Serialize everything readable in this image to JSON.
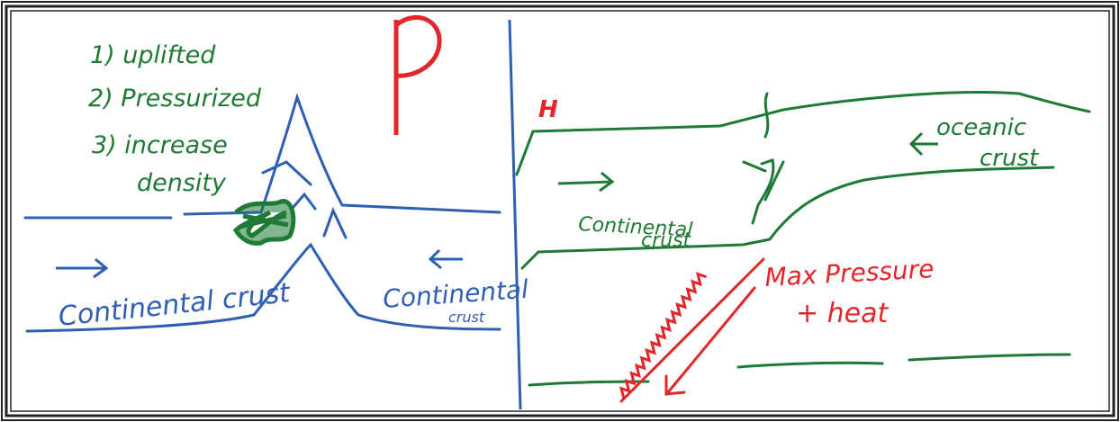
{
  "left_panel": {
    "notes": [
      "1) uplifted",
      "2) Pressurized",
      "3) increase",
      "density"
    ],
    "big_letter": "P",
    "left_arrow": "→",
    "right_arrow": "←",
    "left_label": "Continental crust",
    "right_label_line1": "Continental",
    "right_label_line2": "crust"
  },
  "right_panel": {
    "h_label": "H",
    "arrow_right": "→",
    "arrow_left": "←",
    "continental_line1": "Continental",
    "continental_line2": "crust",
    "oceanic_line1": "oceanic",
    "oceanic_line2": "crust",
    "pressure_line1": "Max Pressure",
    "pressure_line2": "+ heat"
  },
  "colors": {
    "blue": "#2f5fb3",
    "green": "#1e7a34",
    "red": "#e3262a",
    "frame": "#222222"
  }
}
